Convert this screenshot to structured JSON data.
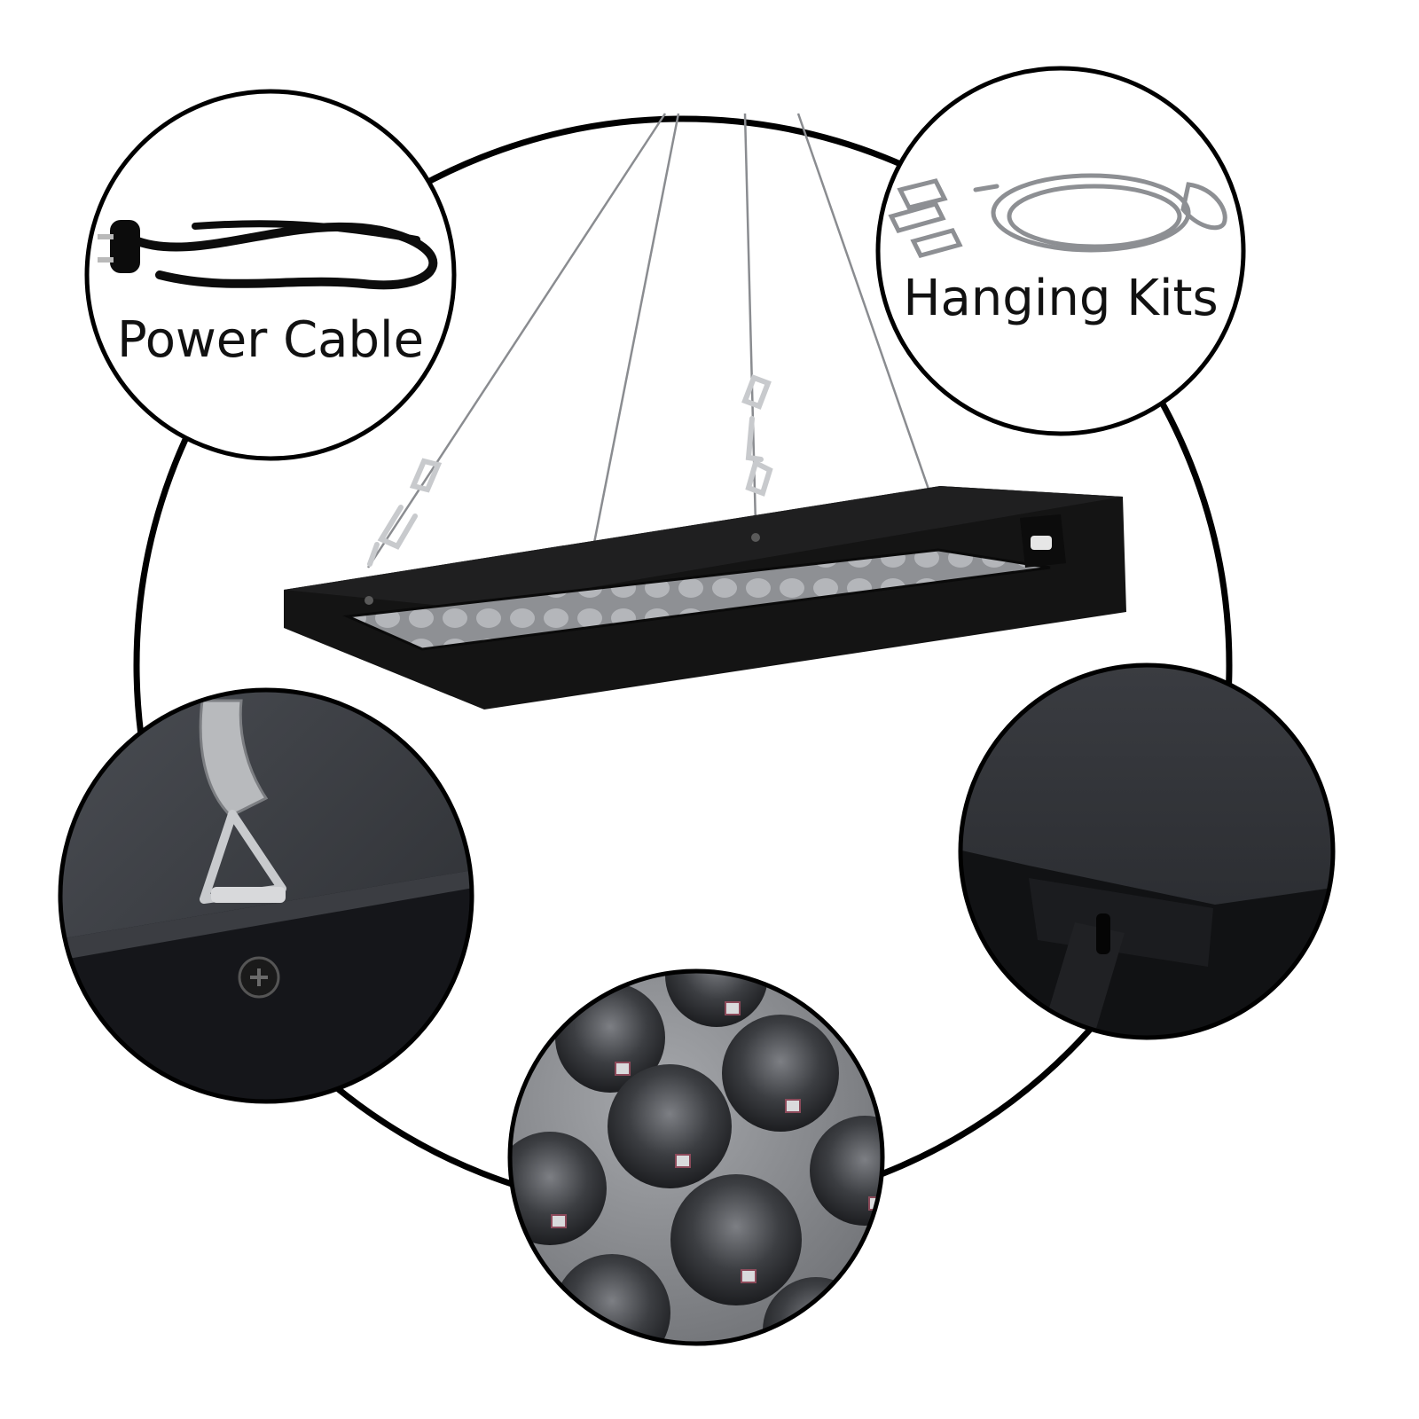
{
  "callouts": {
    "power_cable": {
      "label": "Power Cable"
    },
    "hanging_kits": {
      "label": "Hanging Kits"
    }
  },
  "icons": [
    "power-cable-icon",
    "hanging-kit-icon",
    "hook-detail",
    "power-socket-detail",
    "led-lens-detail"
  ]
}
